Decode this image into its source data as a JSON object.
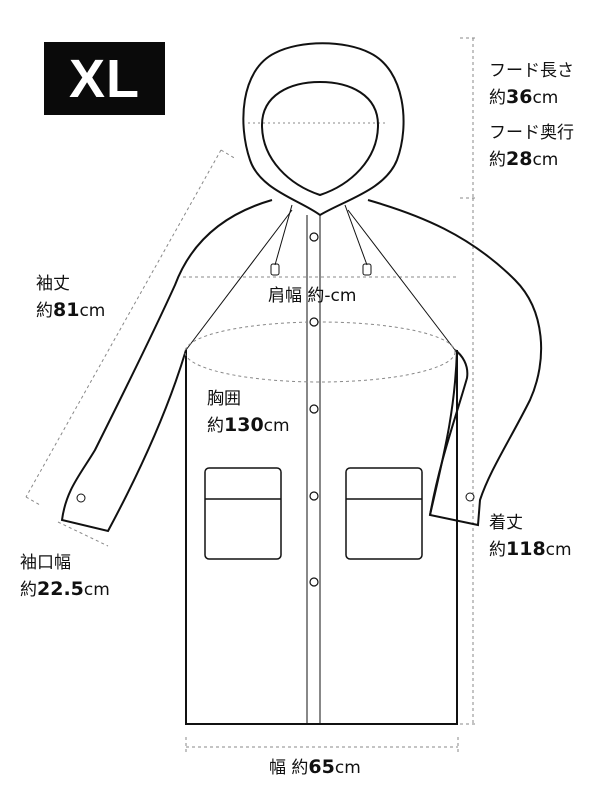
{
  "size_label": "XL",
  "measurements": {
    "hood_length": {
      "label": "フード長さ",
      "prefix": "約",
      "value": "36",
      "unit": "cm"
    },
    "hood_depth": {
      "label": "フード奥行",
      "prefix": "約",
      "value": "28",
      "unit": "cm"
    },
    "sleeve_length": {
      "label": "袖丈",
      "prefix": "約",
      "value": "81",
      "unit": "cm"
    },
    "shoulder_width": {
      "label": "肩幅",
      "prefix": "約",
      "value": "-",
      "unit": "cm"
    },
    "chest": {
      "label": "胸囲",
      "prefix": "約",
      "value": "130",
      "unit": "cm"
    },
    "cuff_width": {
      "label": "袖口幅",
      "prefix": "約",
      "value": "22.5",
      "unit": "cm"
    },
    "total_length": {
      "label": "着丈",
      "prefix": "約",
      "value": "118",
      "unit": "cm"
    },
    "width": {
      "label": "幅",
      "prefix": "約",
      "value": "65",
      "unit": "cm"
    }
  }
}
